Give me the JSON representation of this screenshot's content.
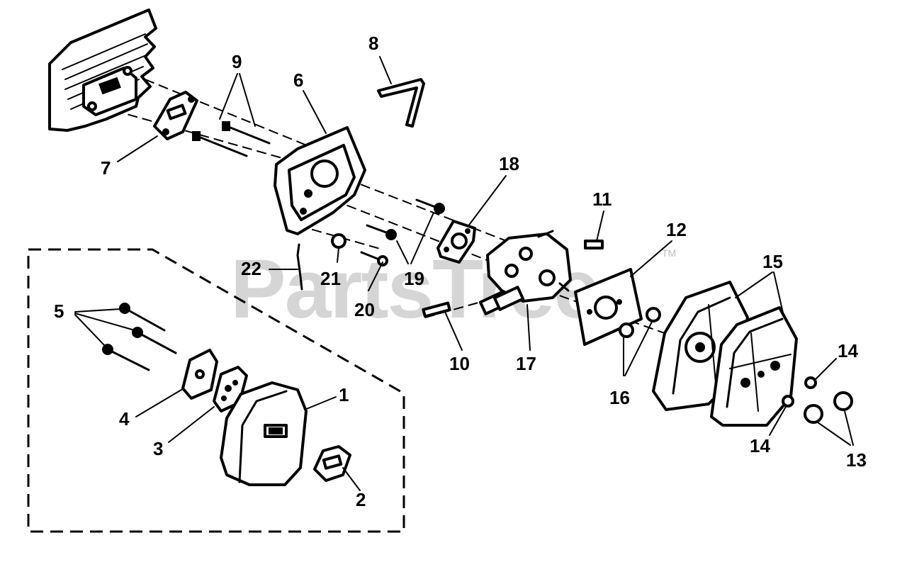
{
  "watermark": {
    "text": "PartsTree",
    "trademark": "TM"
  },
  "labels": {
    "p1": "1",
    "p2": "2",
    "p3": "3",
    "p4": "4",
    "p5": "5",
    "p6": "6",
    "p7": "7",
    "p8": "8",
    "p9": "9",
    "p10": "10",
    "p11": "11",
    "p12": "12",
    "p13": "13",
    "p14a": "14",
    "p14b": "14",
    "p15": "15",
    "p16": "16",
    "p17": "17",
    "p18": "18",
    "p19": "19",
    "p20": "20",
    "p21": "21",
    "p22": "22"
  }
}
